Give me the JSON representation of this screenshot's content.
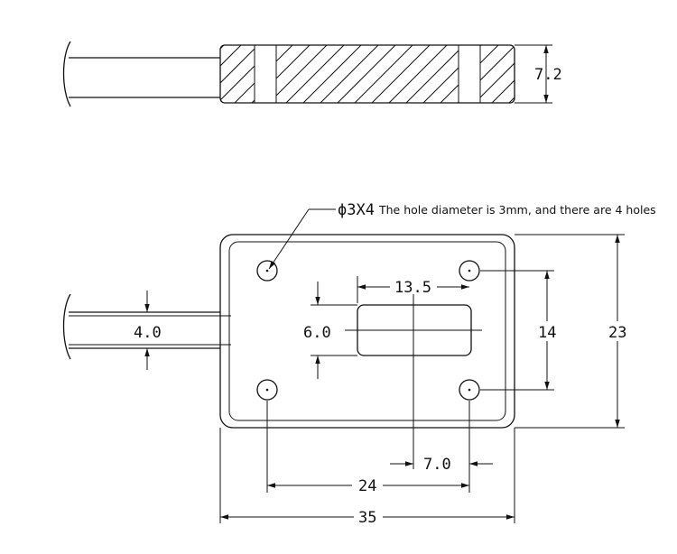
{
  "side_view": {
    "thickness_label": "7.2"
  },
  "top_view": {
    "hole_callout_symbol": "ϕ3X4",
    "hole_callout_note": "The hole diameter is 3mm, and there are 4 holes",
    "cable_width_label": "4.0",
    "slot_width_label": "13.5",
    "slot_height_label": "6.0",
    "hole_vertical_spacing_label": "14",
    "overall_height_label": "23",
    "slot_offset_label": "7.0",
    "hole_horizontal_spacing_label": "24",
    "overall_width_label": "35"
  }
}
